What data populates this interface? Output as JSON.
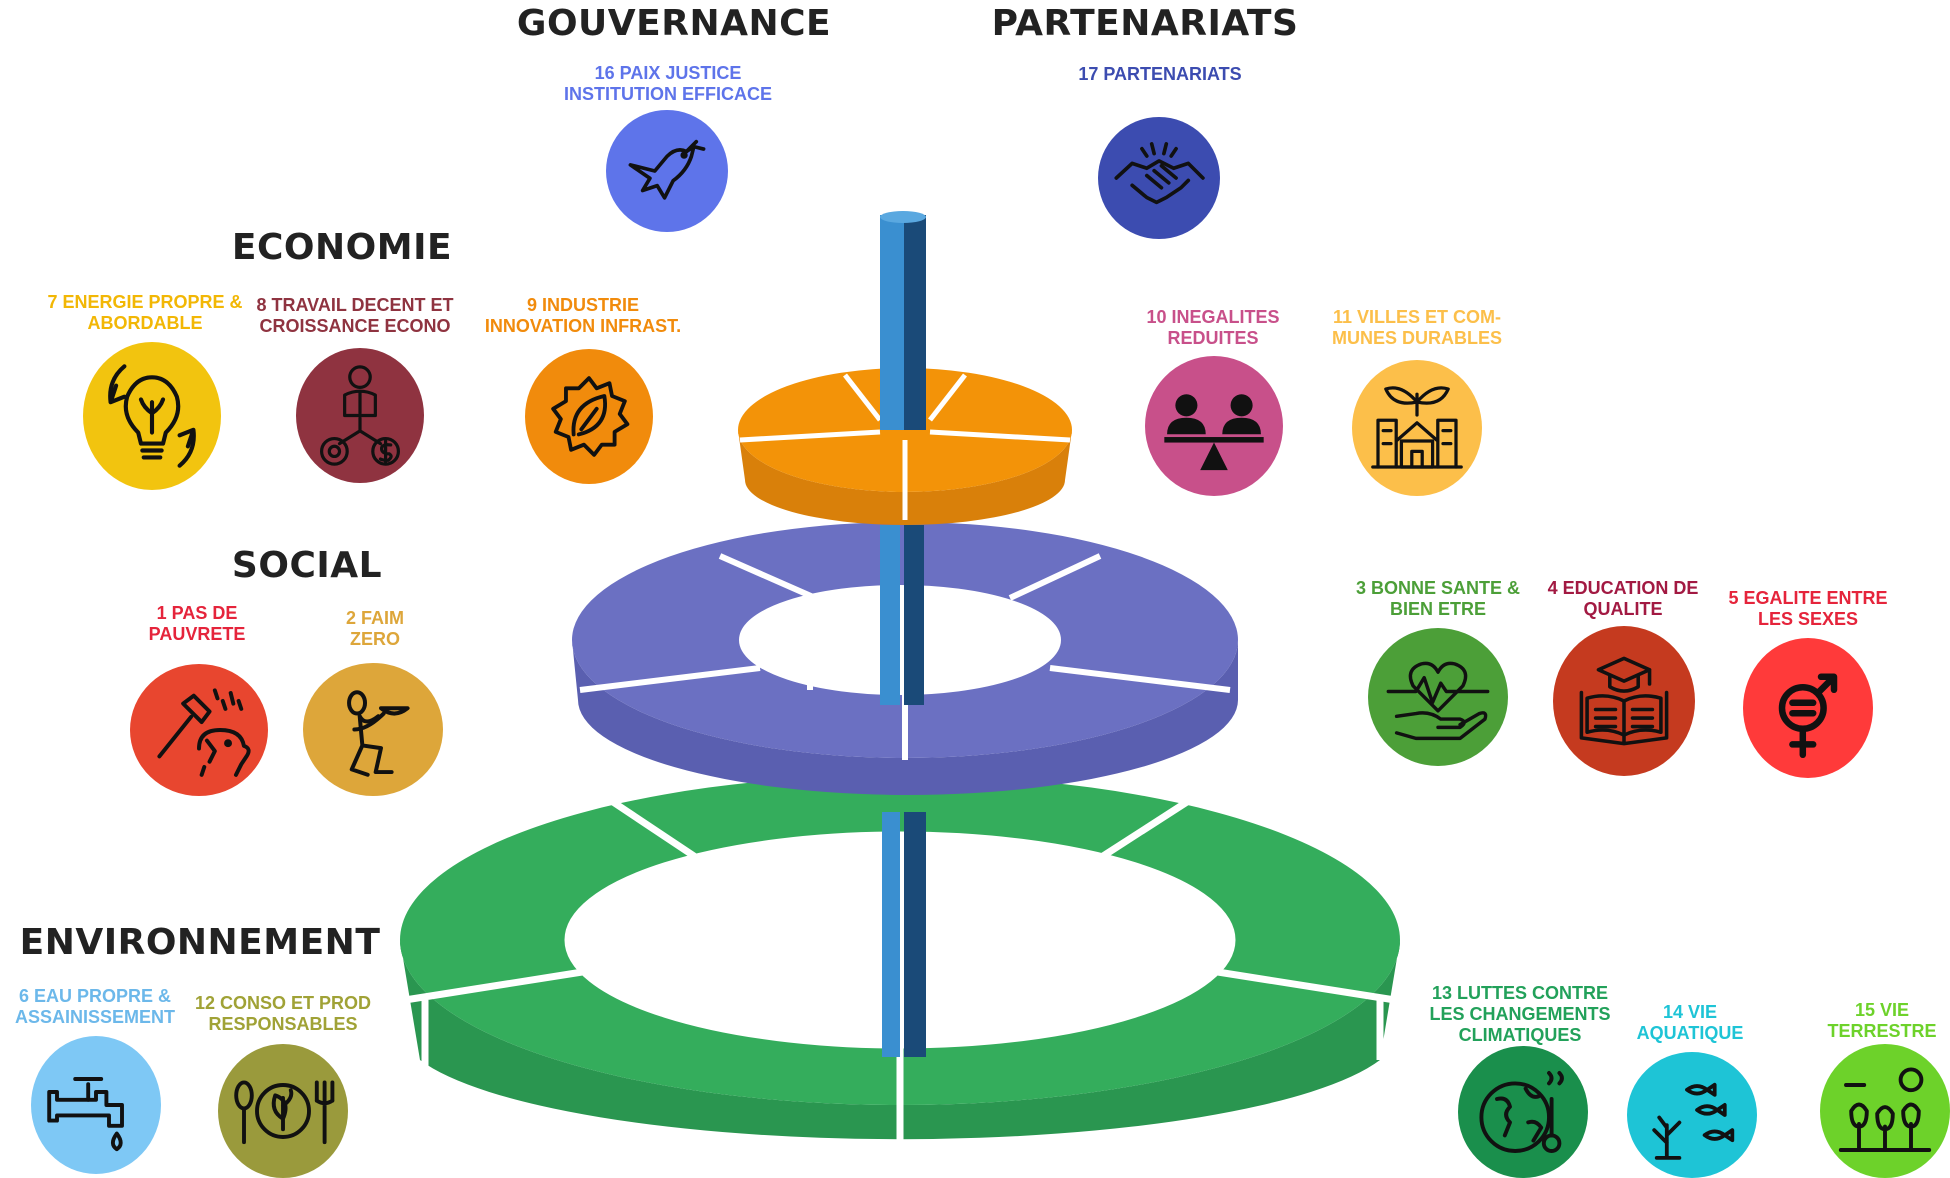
{
  "categories": {
    "gouvernance": "GOUVERNANCE",
    "partenariats": "PARTENARIATS",
    "economie": "ECONOMIE",
    "social": "SOCIAL",
    "environnement": "ENVIRONNEMENT"
  },
  "goals": [
    {
      "id": "g1",
      "line1": "1 PAS DE",
      "line2": "PAUVRETE",
      "color": "#e5243b",
      "text_color": "#e5243b",
      "icon": "hammer-piggy-bank-icon"
    },
    {
      "id": "g2",
      "line1": "2 FAIM",
      "line2": "ZERO",
      "color": "#dda63a",
      "text_color": "#dda63a",
      "icon": "person-bowl-icon"
    },
    {
      "id": "g3",
      "line1": "3 BONNE SANTE &",
      "line2": "BIEN ETRE",
      "color": "#4c9f38",
      "text_color": "#4c9f38",
      "icon": "heart-hand-icon"
    },
    {
      "id": "g4",
      "line1": "4 EDUCATION DE",
      "line2": "QUALITE",
      "color": "#c5192d",
      "text_color": "#a21942",
      "icon": "book-graduation-icon"
    },
    {
      "id": "g5",
      "line1": "5 EGALITE ENTRE",
      "line2": "LES SEXES",
      "color": "#ff3a21",
      "text_color": "#e5243b",
      "icon": "gender-equality-icon"
    },
    {
      "id": "g6",
      "line1": "6 EAU PROPRE &",
      "line2": "ASSAINISSEMENT",
      "color": "#7ec8f5",
      "text_color": "#6cb8ea",
      "icon": "water-tap-icon"
    },
    {
      "id": "g7",
      "line1": "7 ENERGIE PROPRE &",
      "line2": "ABORDABLE",
      "color": "#f2c40f",
      "text_color": "#f2b705",
      "icon": "lightbulb-icon"
    },
    {
      "id": "g8",
      "line1": "8 TRAVAIL DECENT ET",
      "line2": "CROISSANCE ECONO",
      "color": "#8f3340",
      "text_color": "#8f3340",
      "icon": "worker-growth-icon"
    },
    {
      "id": "g9",
      "line1": "9 INDUSTRIE",
      "line2": "INNOVATION INFRAST.",
      "color": "#f18b0c",
      "text_color": "#f18b0c",
      "icon": "gear-leaf-icon"
    },
    {
      "id": "g10",
      "line1": "10 INEGALITES",
      "line2": "REDUITES",
      "color": "#c8508a",
      "text_color": "#c8508a",
      "icon": "balance-people-icon"
    },
    {
      "id": "g11",
      "line1": "11 VILLES ET COM-",
      "line2": "MUNES DURABLES",
      "color": "#fcbf4a",
      "text_color": "#fcbf4a",
      "icon": "city-plant-icon"
    },
    {
      "id": "g12",
      "line1": "12 CONSO ET PROD",
      "line2": "RESPONSABLES",
      "color": "#9a9a3c",
      "text_color": "#a0a236",
      "icon": "plate-leaf-icon"
    },
    {
      "id": "g13",
      "line1": "13 LUTTES CONTRE",
      "line2": "LES CHANGEMENTS",
      "line3": "CLIMATIQUES",
      "color": "#22a15a",
      "text_color": "#22a15a",
      "icon": "earth-thermometer-icon"
    },
    {
      "id": "g14",
      "line1": "14 VIE",
      "line2": "AQUATIQUE",
      "color": "#1ec4d6",
      "text_color": "#1ec4d6",
      "icon": "fish-coral-icon"
    },
    {
      "id": "g15",
      "line1": "15 VIE",
      "line2": "TERRESTRE",
      "color": "#6dd22a",
      "text_color": "#6dd22a",
      "icon": "trees-sun-icon"
    },
    {
      "id": "g16",
      "line1": "16 PAIX JUSTICE",
      "line2": "INSTITUTION EFFICACE",
      "color": "#5e74ea",
      "text_color": "#5e74ea",
      "icon": "dove-icon"
    },
    {
      "id": "g17",
      "line1": "17 PARTENARIATS",
      "line2": "",
      "color": "#3c4cb0",
      "text_color": "#3c4cb0",
      "icon": "handshake-icon"
    }
  ],
  "tiers": {
    "top": {
      "color": "#f39308",
      "side": "#d9800a",
      "name": "economie-tier"
    },
    "middle": {
      "color": "#6b70c2",
      "side": "#5a5fb0",
      "name": "social-tier"
    },
    "bottom": {
      "color": "#34ad5c",
      "side": "#2a9650",
      "name": "environnement-tier"
    },
    "pole": {
      "light": "#3a8fd0",
      "dark": "#1a4a78"
    }
  }
}
